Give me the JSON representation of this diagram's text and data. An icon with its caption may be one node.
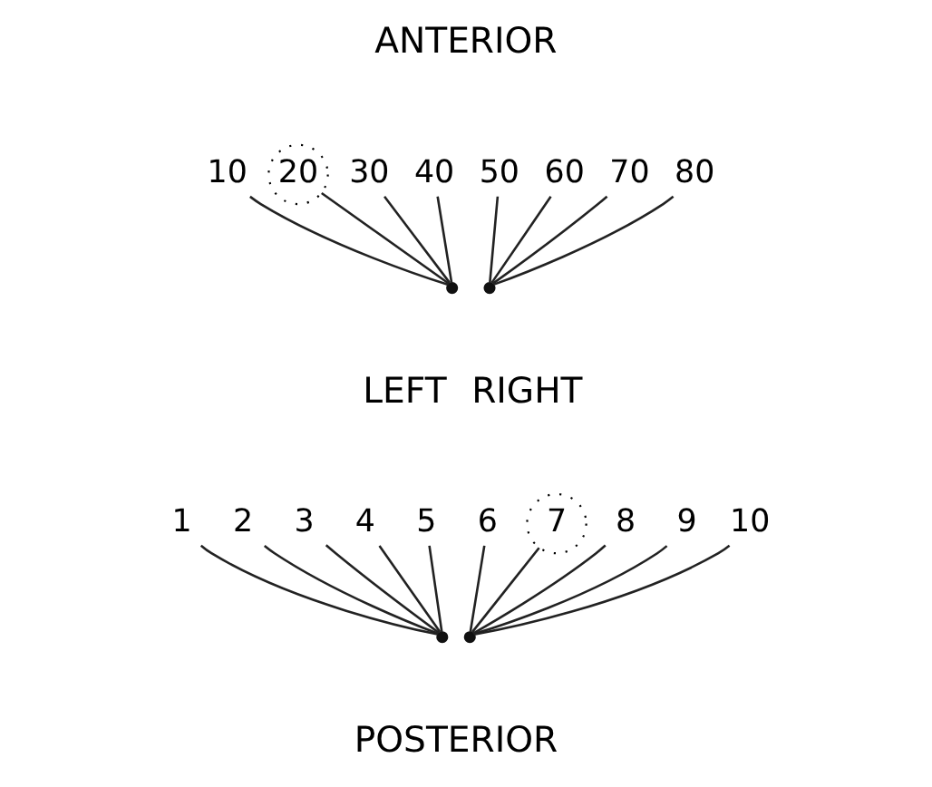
{
  "diagram": {
    "nodes": [
      {
        "text": [
          "10"
        ]
      },
      {
        "text": [
          "20"
        ]
      },
      {
        "text": [
          "30"
        ]
      },
      {
        "text": [
          "40"
        ]
      },
      {
        "text": [],
        "shape": "point"
      },
      {
        "text": [
          "50"
        ]
      },
      {
        "text": [
          "60"
        ]
      },
      {
        "text": [
          "70"
        ]
      },
      {
        "text": [
          "80"
        ]
      },
      {
        "text": [],
        "shape": "point"
      },
      {
        "text": [
          "1"
        ]
      },
      {
        "text": [
          "2"
        ]
      },
      {
        "text": [
          "3"
        ]
      },
      {
        "text": [
          "4"
        ]
      },
      {
        "text": [
          "5"
        ]
      },
      {
        "text": [],
        "shape": "point"
      },
      {
        "text": [
          "6"
        ]
      },
      {
        "text": [
          "7"
        ]
      },
      {
        "text": [
          "8"
        ]
      },
      {
        "text": [
          "9"
        ]
      },
      {
        "text": [
          "10"
        ]
      },
      {
        "text": [],
        "shape": "point"
      }
    ],
    "edges": [
      {
        "from": 0,
        "to": 4,
        "arrow": "none"
      },
      {
        "from": 1,
        "to": 4,
        "arrow": "none"
      },
      {
        "from": 2,
        "to": 4,
        "arrow": "none"
      },
      {
        "from": 3,
        "to": 4,
        "arrow": "none"
      },
      {
        "from": 5,
        "to": 9,
        "arrow": "none"
      },
      {
        "from": 6,
        "to": 9,
        "arrow": "none"
      },
      {
        "from": 7,
        "to": 9,
        "arrow": "none"
      },
      {
        "from": 8,
        "to": 9,
        "arrow": "none"
      },
      {
        "from": 10,
        "to": 15,
        "arrow": "none"
      },
      {
        "from": 11,
        "to": 15,
        "arrow": "none"
      },
      {
        "from": 12,
        "to": 15,
        "arrow": "none"
      },
      {
        "from": 13,
        "to": 15,
        "arrow": "none"
      },
      {
        "from": 14,
        "to": 15,
        "arrow": "none"
      },
      {
        "from": 16,
        "to": 21,
        "arrow": "none"
      },
      {
        "from": 17,
        "to": 21,
        "arrow": "none"
      },
      {
        "from": 18,
        "to": 21,
        "arrow": "none"
      },
      {
        "from": 19,
        "to": 21,
        "arrow": "none"
      },
      {
        "from": 20,
        "to": 21,
        "arrow": "none"
      }
    ],
    "labels": [
      "ANTERIOR",
      "LEFT",
      "RIGHT",
      "POSTERIOR"
    ]
  }
}
